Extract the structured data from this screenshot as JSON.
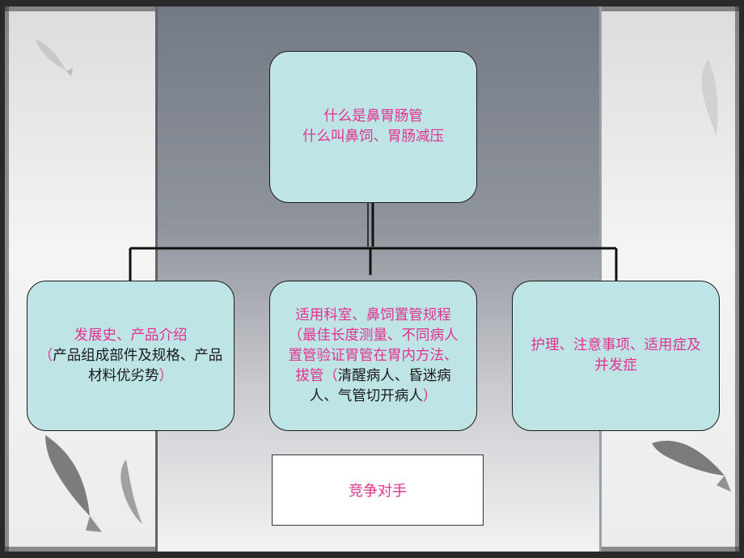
{
  "root": {
    "line1": "什么是鼻胃肠管",
    "line2": "什么叫鼻饲、胃肠减压"
  },
  "left": {
    "title": "发展史、产品介绍",
    "open_paren": "（",
    "detail": "产品组成部件及规格、产品材料优劣势",
    "close_paren": "）"
  },
  "middle": {
    "main": "适用科室、鼻饲置管规程（最佳长度测量、不同病人置管验证胃管在胃内方法、拔管",
    "open_paren": "（",
    "detail": "清醒病人、昏迷病人、气管切开病人",
    "close_paren": "）"
  },
  "right": {
    "text": "护理、注意事项、适用症及并发症"
  },
  "bottom": {
    "text": "竞争对手"
  },
  "colors": {
    "box_fill": "#bfe4e6",
    "accent_text": "#e0338f",
    "dark_text": "#1a1a1a"
  }
}
